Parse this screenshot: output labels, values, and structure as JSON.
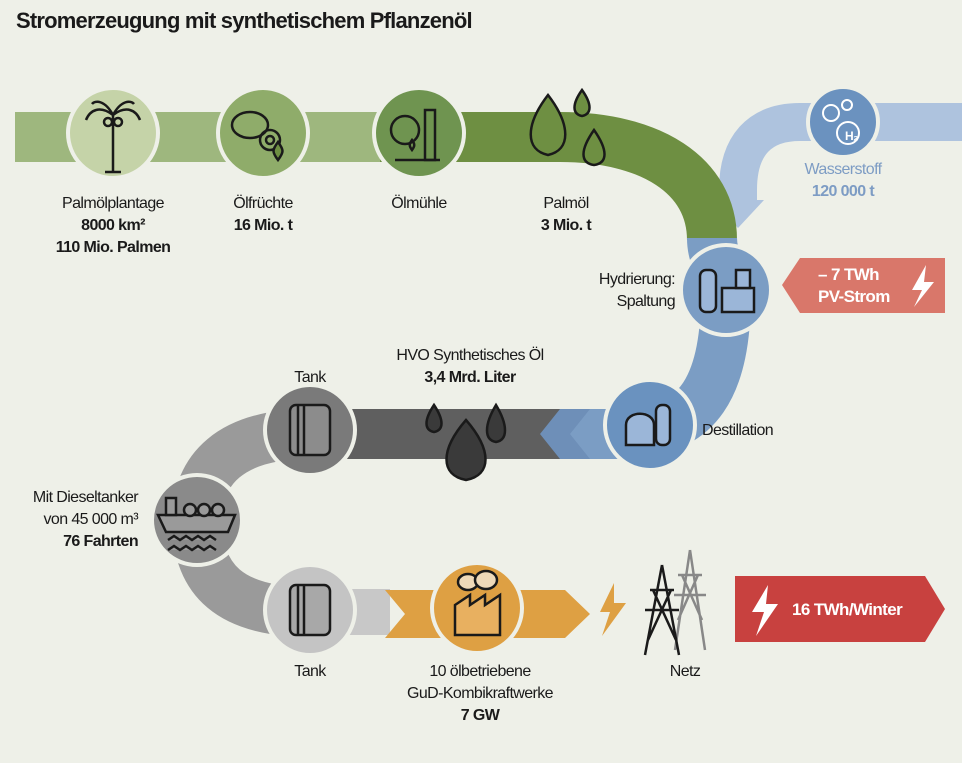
{
  "title": "Stromerzeugung mit synthetischem Pflanzenöl",
  "steps": {
    "plantage": {
      "label": "Palmölplantage",
      "value1": "8000 km²",
      "value2": "110 Mio. Palmen"
    },
    "fruechte": {
      "label": "Ölfrüchte",
      "value": "16 Mio. t"
    },
    "muehle": {
      "label": "Ölmühle"
    },
    "palmoel": {
      "label": "Palmöl",
      "value": "3 Mio. t"
    },
    "wasserstoff": {
      "label": "Wasserstoff",
      "value": "120 000 t",
      "icon_text": "H₂"
    },
    "hydrierung": {
      "label1": "Hydrierung:",
      "label2": "Spaltung"
    },
    "pv": {
      "value": "– 7 TWh",
      "label": "PV-Strom"
    },
    "destillation": {
      "label": "Destillation"
    },
    "hvo": {
      "label": "HVO Synthetisches Öl",
      "value": "3,4 Mrd. Liter"
    },
    "tank1": {
      "label": "Tank"
    },
    "tanker": {
      "label1": "Mit Dieseltanker",
      "label2": "von 45 000 m³",
      "value": "76 Fahrten"
    },
    "tank2": {
      "label": "Tank"
    },
    "kraftwerk": {
      "label1": "10 ölbetriebene",
      "label2": "GuD-Kombikraftwerke",
      "value": "7 GW"
    },
    "netz": {
      "label": "Netz"
    },
    "output": {
      "value": "16 TWh/Winter"
    }
  },
  "colors": {
    "green": "#6e8f42",
    "blue": "#7b9dc4",
    "dark": "#5a5a5a",
    "orange": "#dea043",
    "red": "#c8413f",
    "pv": "#d9776a",
    "h2": "#aec3de"
  }
}
